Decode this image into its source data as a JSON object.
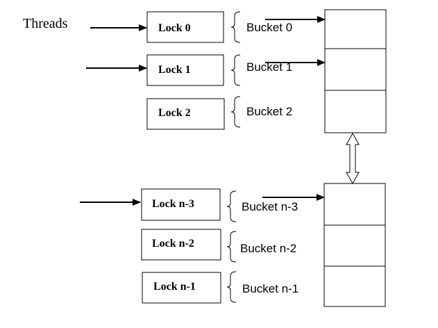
{
  "threads_label": "Threads",
  "locks": [
    "Lock 0",
    "Lock 1",
    "Lock 2",
    "Lock n-3",
    "Lock n-2",
    "Lock n-1"
  ],
  "buckets": [
    "Bucket 0",
    "Bucket 1",
    "Bucket 2",
    "Bucket n-3",
    "Bucket n-2",
    "Bucket n-1"
  ],
  "colors": {
    "stroke": "#000000",
    "background": "#ffffff"
  }
}
